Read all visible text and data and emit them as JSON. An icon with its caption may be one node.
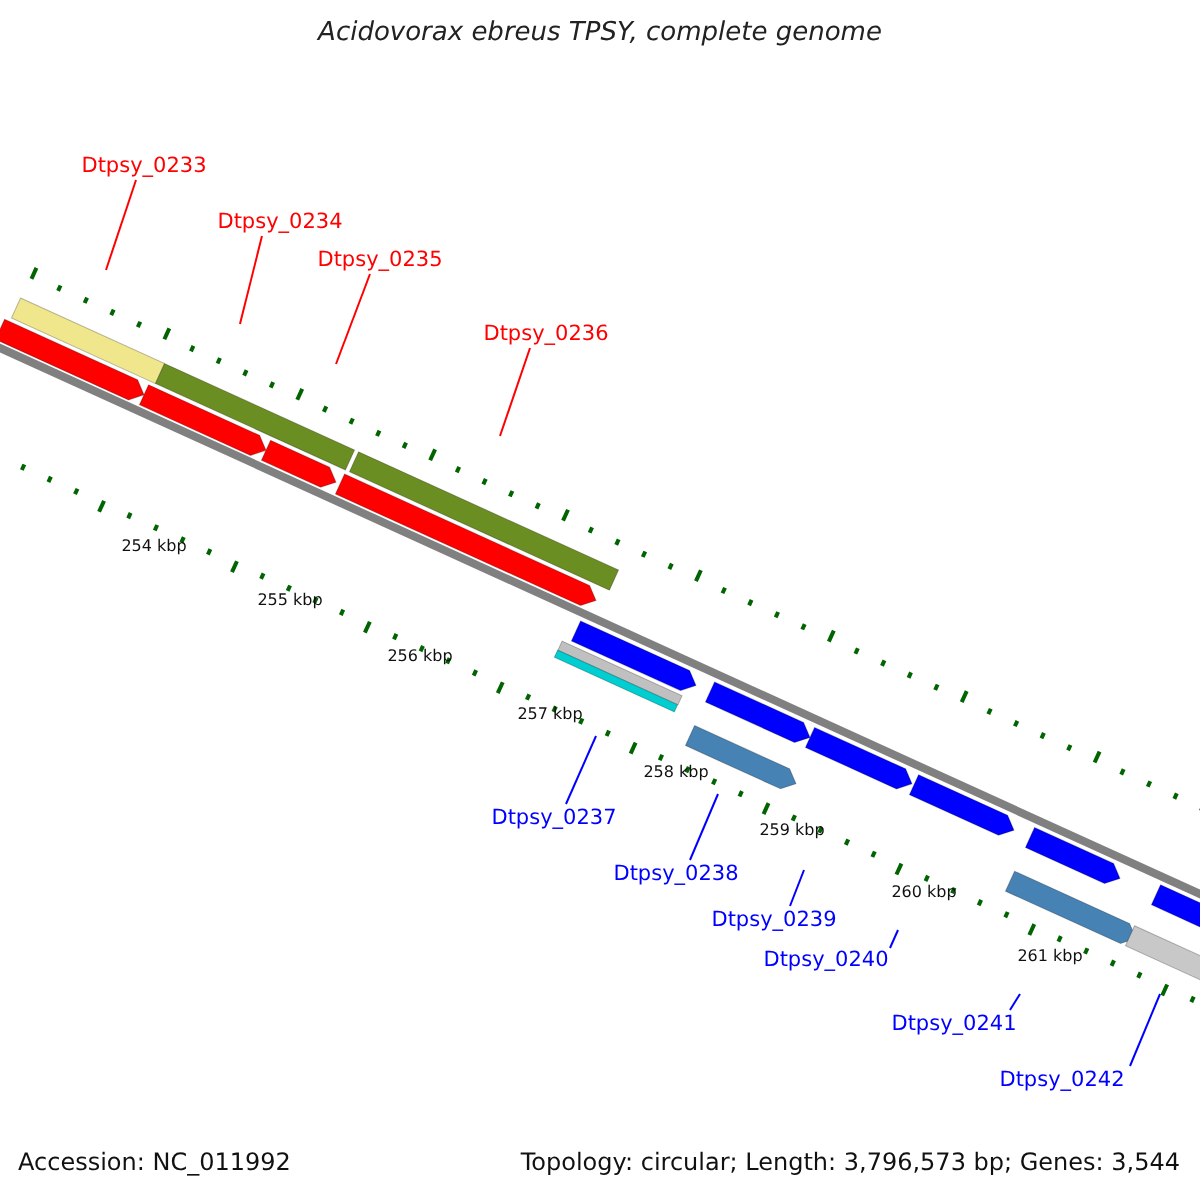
{
  "diagram": {
    "title": "Acidovorax ebreus TPSY, complete genome",
    "nodes": [
      {
        "text": [
          "Dtpsy_0233"
        ]
      },
      {
        "text": [
          "Dtpsy_0234"
        ]
      },
      {
        "text": [
          "Dtpsy_0235"
        ]
      },
      {
        "text": [
          "Dtpsy_0236"
        ]
      },
      {
        "text": [
          "Dtpsy_0237"
        ]
      },
      {
        "text": [
          "Dtpsy_0238"
        ]
      },
      {
        "text": [
          "Dtpsy_0239"
        ]
      },
      {
        "text": [
          "Dtpsy_0240"
        ]
      },
      {
        "text": [
          "Dtpsy_0241"
        ]
      },
      {
        "text": [
          "Dtpsy_0242"
        ]
      }
    ],
    "edges": [
      {
        "from": 0,
        "to": null,
        "arrow": "none",
        "color": "#ff0000"
      },
      {
        "from": 1,
        "to": null,
        "arrow": "none",
        "color": "#ff0000"
      },
      {
        "from": 2,
        "to": null,
        "arrow": "none",
        "color": "#ff0000"
      },
      {
        "from": 3,
        "to": null,
        "arrow": "none",
        "color": "#ff0000"
      },
      {
        "from": 4,
        "to": null,
        "arrow": "none",
        "color": "#0000ff"
      },
      {
        "from": 5,
        "to": null,
        "arrow": "none",
        "color": "#0000ff"
      },
      {
        "from": 6,
        "to": null,
        "arrow": "none",
        "color": "#0000ff"
      },
      {
        "from": 7,
        "to": null,
        "arrow": "none",
        "color": "#0000ff"
      },
      {
        "from": 8,
        "to": null,
        "arrow": "none",
        "color": "#0000ff"
      },
      {
        "from": 9,
        "to": null,
        "arrow": "none",
        "color": "#0000ff"
      }
    ],
    "labels": [
      "254 kbp",
      "255 kbp",
      "256 kbp",
      "257 kbp",
      "258 kbp",
      "259 kbp",
      "260 kbp",
      "261 kbp",
      "Accession: NC_011992",
      "Topology: circular; Length: 3,796,573 bp; Genes: 3,544"
    ]
  }
}
